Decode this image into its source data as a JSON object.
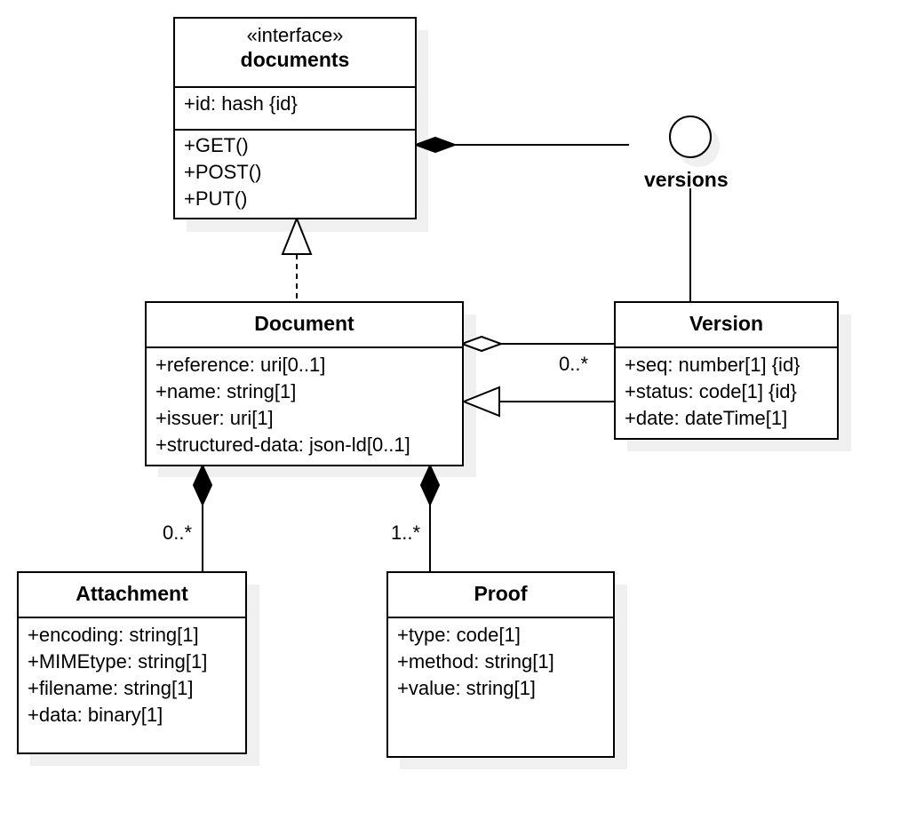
{
  "interface": {
    "stereotype": "«interface»",
    "name": "documents",
    "attributes": [
      "+id: hash {id}"
    ],
    "operations": [
      "+GET()",
      "+POST()",
      "+PUT()"
    ]
  },
  "versions_interface": {
    "name": "versions"
  },
  "document": {
    "name": "Document",
    "attributes": [
      "+reference: uri[0..1]",
      "+name: string[1]",
      "+issuer: uri[1]",
      "+structured-data: json-ld[0..1]"
    ]
  },
  "version": {
    "name": "Version",
    "attributes": [
      "+seq: number[1] {id}",
      "+status: code[1] {id}",
      "+date: dateTime[1]"
    ]
  },
  "attachment": {
    "name": "Attachment",
    "attributes": [
      "+encoding: string[1]",
      "+MIMEtype: string[1]",
      "+filename: string[1]",
      "+data: binary[1]"
    ]
  },
  "proof": {
    "name": "Proof",
    "attributes": [
      "+type: code[1]",
      "+method: string[1]",
      "+value: string[1]"
    ]
  },
  "multiplicities": {
    "version_to_document": "0..*",
    "document_to_attachment": "0..*",
    "document_to_proof": "1..*"
  }
}
